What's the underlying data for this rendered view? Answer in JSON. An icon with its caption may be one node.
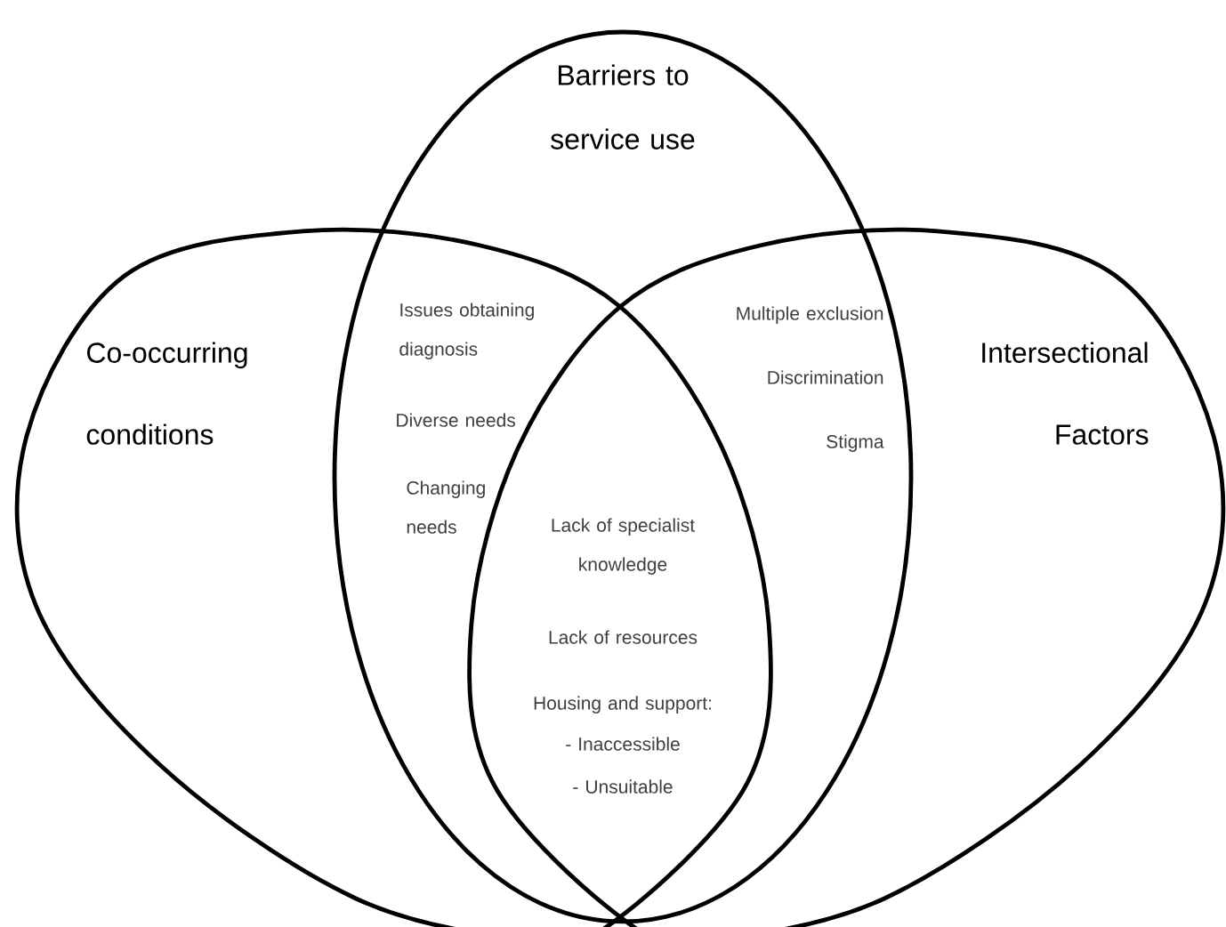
{
  "diagram": {
    "nodes": [
      {
        "text": [
          "Co-occurring conditions"
        ]
      },
      {
        "text": [
          "Barriers to service use"
        ]
      },
      {
        "text": [
          "Intersectional Factors"
        ]
      }
    ],
    "labels": [
      "Issues obtaining diagnosis",
      "Multiple exclusion",
      "Discrimination",
      "Diverse needs",
      "Stigma",
      "Changing needs",
      "Lack of specialist knowledge",
      "Lack of resources",
      "Housing and support:",
      "- Inaccessible",
      "- Unsuitable"
    ]
  }
}
